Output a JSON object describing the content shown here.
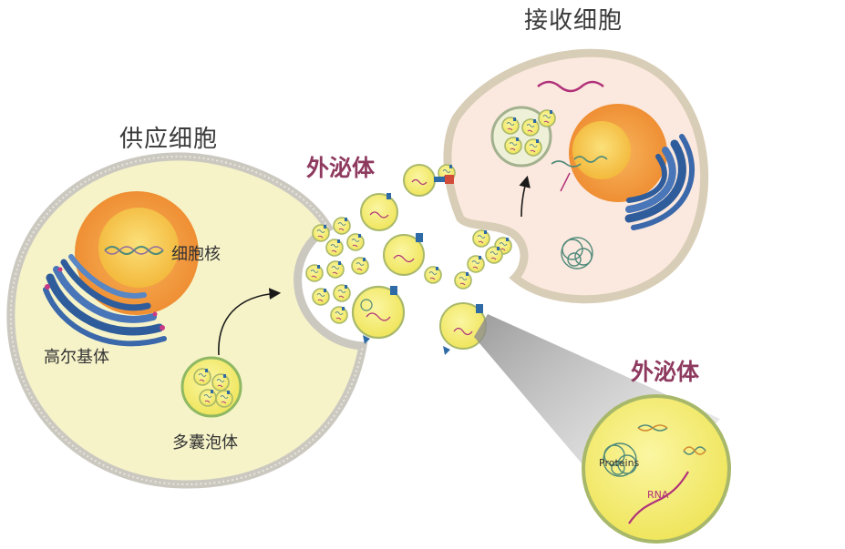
{
  "labels": {
    "donor_cell": "供应细胞",
    "recipient_cell": "接收细胞",
    "exosome_top": "外泌体",
    "exosome_zoom": "外泌体",
    "nucleus": "细胞核",
    "golgi": "高尔基体",
    "mvb": "多囊泡体",
    "proteins": "Proteins",
    "rna": "RNA"
  },
  "colors": {
    "cell_fill_donor": "#f6f3c9",
    "cell_fill_recipient": "#fbe8de",
    "membrane": "#c9c6bf",
    "nucleus_outer": "#f2a24c",
    "nucleus_inner": "#f7c84a",
    "golgi": "#3c67a8",
    "exosome_fill": "#f3ed6e",
    "exosome_edge": "#9fb96a",
    "label_accent": "#8e3a5f",
    "rna": "#b0317a"
  }
}
